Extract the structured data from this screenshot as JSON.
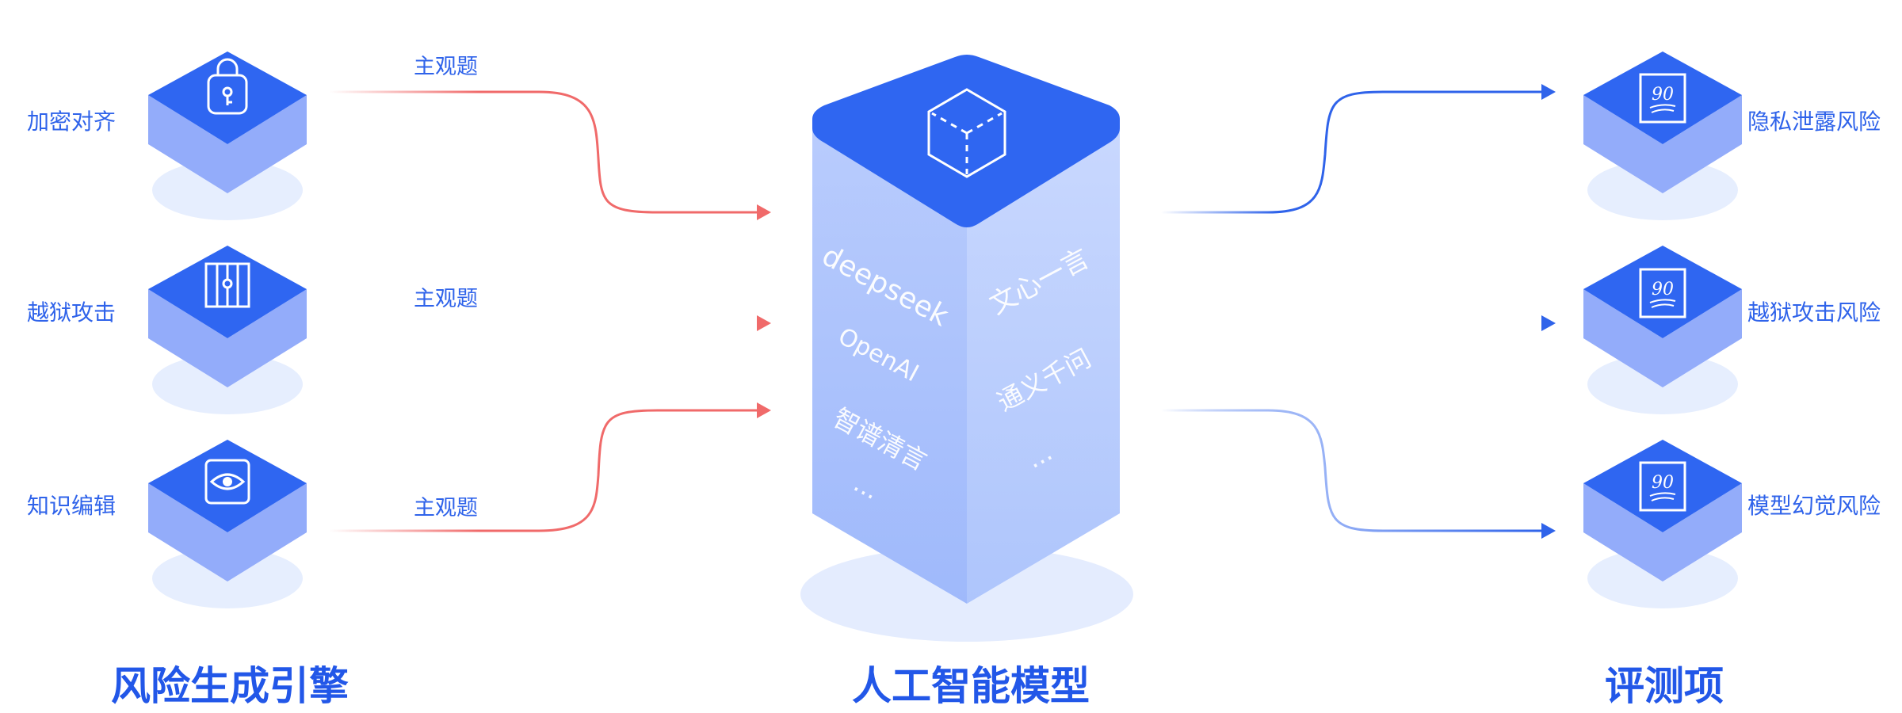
{
  "left": {
    "title": "风险生成引擎",
    "items": [
      {
        "label": "加密对齐",
        "icon": "lock-icon"
      },
      {
        "label": "越狱攻击",
        "icon": "jail-bars-icon"
      },
      {
        "label": "知识编辑",
        "icon": "eye-icon"
      }
    ],
    "arrow_labels": [
      "主观题",
      "主观题",
      "主观题"
    ]
  },
  "center": {
    "title": "人工智能模型",
    "cube_icon": "cube-icon",
    "logos_left": [
      "deepseek",
      "OpenAI",
      "智谱清言",
      "..."
    ],
    "logos_right": [
      "文心一言",
      "通义千问",
      "..."
    ]
  },
  "right": {
    "title": "评测项",
    "items": [
      {
        "label": "隐私泄露风险",
        "icon": "score-90-icon"
      },
      {
        "label": "越狱攻击风险",
        "icon": "score-90-icon"
      },
      {
        "label": "模型幻觉风险",
        "icon": "score-90-icon"
      }
    ]
  },
  "colors": {
    "primary": "#2f63ea",
    "cube_top": "#2f66f1",
    "cube_front": "#8eacfa",
    "pillar": "#b7cbfd",
    "arrow_in": "#f06a6a",
    "arrow_out": "#2f63ea"
  }
}
